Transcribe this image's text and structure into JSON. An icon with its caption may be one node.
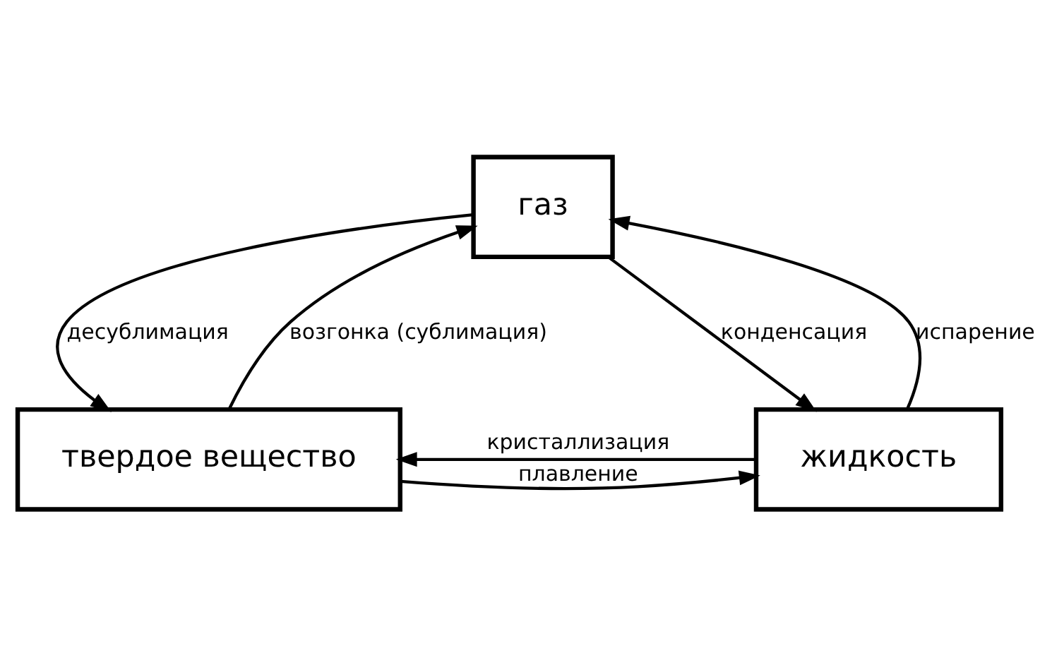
{
  "diagram": {
    "nodes": [
      {
        "text": [
          "газ"
        ]
      },
      {
        "text": [
          "твердое вещество"
        ]
      },
      {
        "text": [
          "жидкость"
        ]
      }
    ],
    "edges": [
      {
        "from": 1,
        "to": 0,
        "arrow": "to",
        "label": "возгонка (сублимация)"
      },
      {
        "from": 0,
        "to": 1,
        "arrow": "to",
        "label": "десублимация"
      },
      {
        "from": 0,
        "to": 2,
        "arrow": "to",
        "label": "конденсация"
      },
      {
        "from": 2,
        "to": 0,
        "arrow": "to",
        "label": "испарение"
      },
      {
        "from": 2,
        "to": 1,
        "arrow": "to",
        "label": "кристаллизация"
      },
      {
        "from": 1,
        "to": 2,
        "arrow": "to",
        "label": "плавление"
      }
    ]
  }
}
